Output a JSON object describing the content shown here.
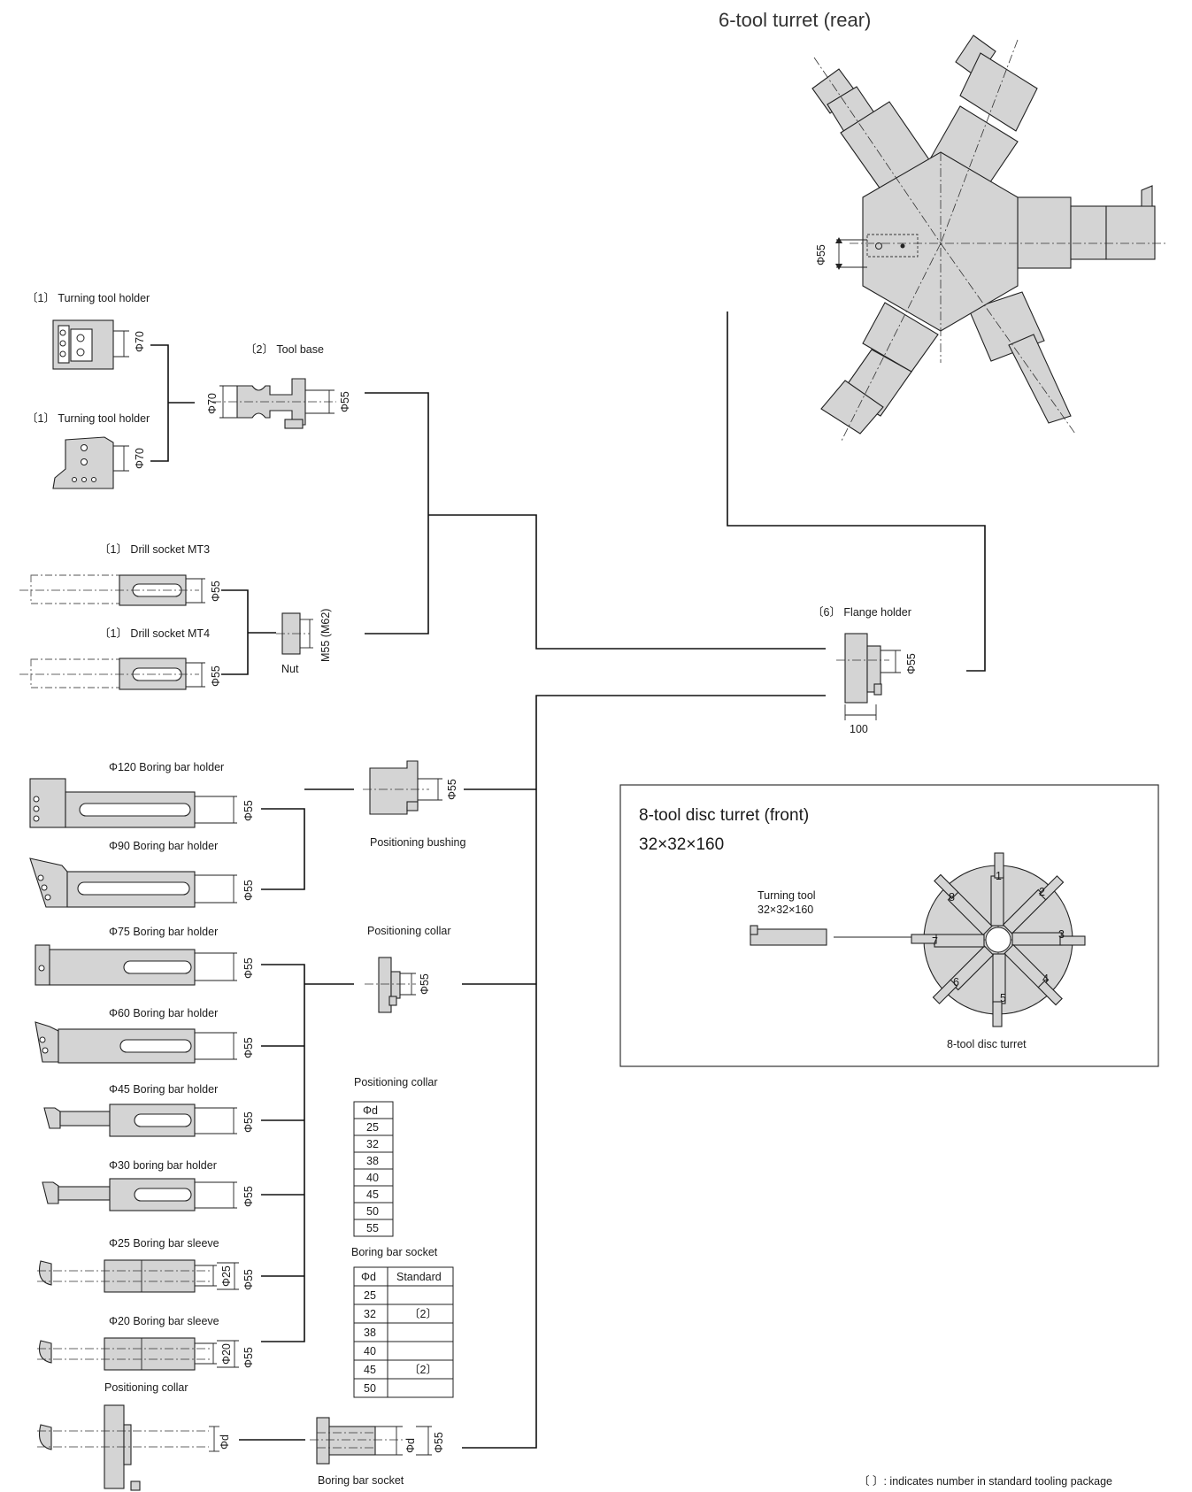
{
  "title_rear": "6-tool turret (rear)",
  "labels": {
    "turning_holder_1": "〔1〕 Turning tool holder",
    "turning_holder_2": "〔1〕 Turning tool holder",
    "tool_base": "〔2〕 Tool base",
    "drill_mt3": "〔1〕 Drill socket MT3",
    "drill_mt4": "〔1〕 Drill socket MT4",
    "nut": "Nut",
    "flange_holder": "〔6〕 Flange holder",
    "boring_120": "Φ120 Boring bar holder",
    "boring_90": "Φ90 Boring bar holder",
    "boring_75": "Φ75 Boring bar holder",
    "boring_60": "Φ60 Boring bar holder",
    "boring_45": "Φ45 Boring bar holder",
    "boring_30": "Φ30 boring bar holder",
    "sleeve_25": "Φ25 Boring bar sleeve",
    "sleeve_20": "Φ20 Boring bar sleeve",
    "pos_collar_bottom": "Positioning collar",
    "pos_bushing": "Positioning bushing",
    "pos_collar_mid": "Positioning collar",
    "pos_collar_table": "Positioning collar",
    "boring_socket_table": "Boring bar socket",
    "boring_socket": "Boring bar socket",
    "turning_tool": "Turning tool",
    "turning_tool_size": "32×32×160",
    "disc_turret_caption": "8-tool disc turret"
  },
  "dims": {
    "phi70_a": "Φ70",
    "phi70_b": "Φ70",
    "phi70_c": "Φ70",
    "phi55": "Φ55",
    "m55": "M55 (M62)",
    "len100": "100",
    "phi25": "Φ25",
    "phi20": "Φ20",
    "phid": "Φd"
  },
  "disc_box": {
    "title": "8-tool disc turret (front)",
    "subtitle": "32×32×160"
  },
  "collar_table": {
    "header": "Φd",
    "rows": [
      "25",
      "32",
      "38",
      "40",
      "45",
      "50",
      "55"
    ]
  },
  "socket_table": {
    "headers": [
      "Φd",
      "Standard"
    ],
    "rows": [
      [
        "25",
        ""
      ],
      [
        "32",
        "〔2〕"
      ],
      [
        "38",
        ""
      ],
      [
        "40",
        ""
      ],
      [
        "45",
        "〔2〕"
      ],
      [
        "50",
        ""
      ]
    ]
  },
  "disc_numbers": [
    "1",
    "2",
    "3",
    "4",
    "5",
    "6",
    "7",
    "8"
  ],
  "footnote": "〔 〕: indicates number in standard tooling package"
}
